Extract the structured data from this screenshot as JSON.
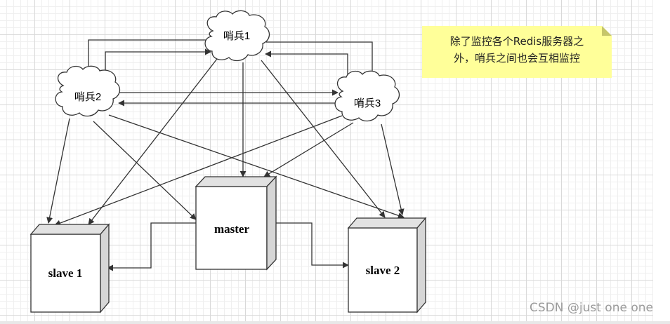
{
  "nodes": {
    "sentinel1": "哨兵1",
    "sentinel2": "哨兵2",
    "sentinel3": "哨兵3",
    "master": "master",
    "slave1": "slave 1",
    "slave2": "slave 2"
  },
  "note": {
    "line1": "除了监控各个Redis服务器之",
    "line2": "外，哨兵之间也会互相监控",
    "color": "#ffff99"
  },
  "watermark": "CSDN @just one one",
  "colors": {
    "line": "#333333",
    "box_front": "#ffffff",
    "box_side": "#e0e0e0",
    "cloud_fill": "#ffffff"
  }
}
